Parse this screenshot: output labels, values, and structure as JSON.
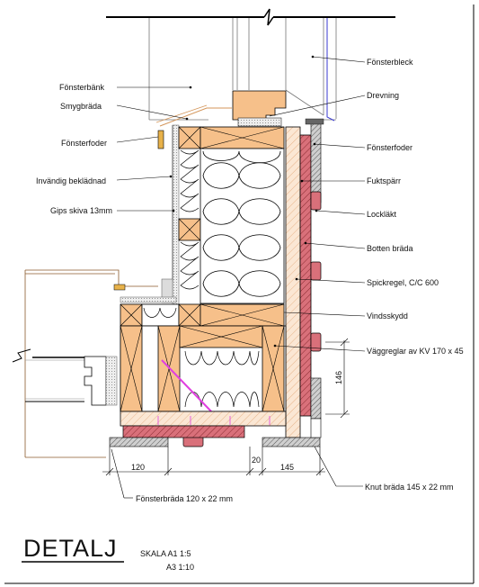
{
  "title": "DETALJ",
  "scale": {
    "line1": "SKALA A1 1:5",
    "line2": "A3 1:10"
  },
  "labels": {
    "fonsterbank": "Fönsterbänk",
    "smygbrada": "Smygbräda",
    "fonsterfoder_left": "Fönsterfoder",
    "invandig": "Invändig beklädnad",
    "gips": "Gips skiva 13mm",
    "fonsterbleck": "Fönsterbleck",
    "drevning": "Drevning",
    "fonsterfoder_right": "Fönsterfoder",
    "fuktsparr": "Fuktspärr",
    "locklakt": "Lockläkt",
    "botten_brada": "Botten bräda",
    "spickregel": "Spickregel, C/C 600",
    "vindsskydd": "Vindsskydd",
    "vaggreglar": "Väggreglar av KV 170 x 45",
    "knut_brada": "Knut bräda 145 x 22 mm",
    "fonsterbrada": "Fönsterbräda 120 x 22 mm"
  },
  "dimensions": {
    "d146": "146",
    "d120": "120",
    "d20": "20",
    "d145": "145"
  },
  "colors": {
    "wood": "#f6c08a",
    "cladding_red": "#d9707a",
    "gray_hatch": "#8a8a8a",
    "insulation": "#000000",
    "vapor_barrier": "#e040e0"
  }
}
